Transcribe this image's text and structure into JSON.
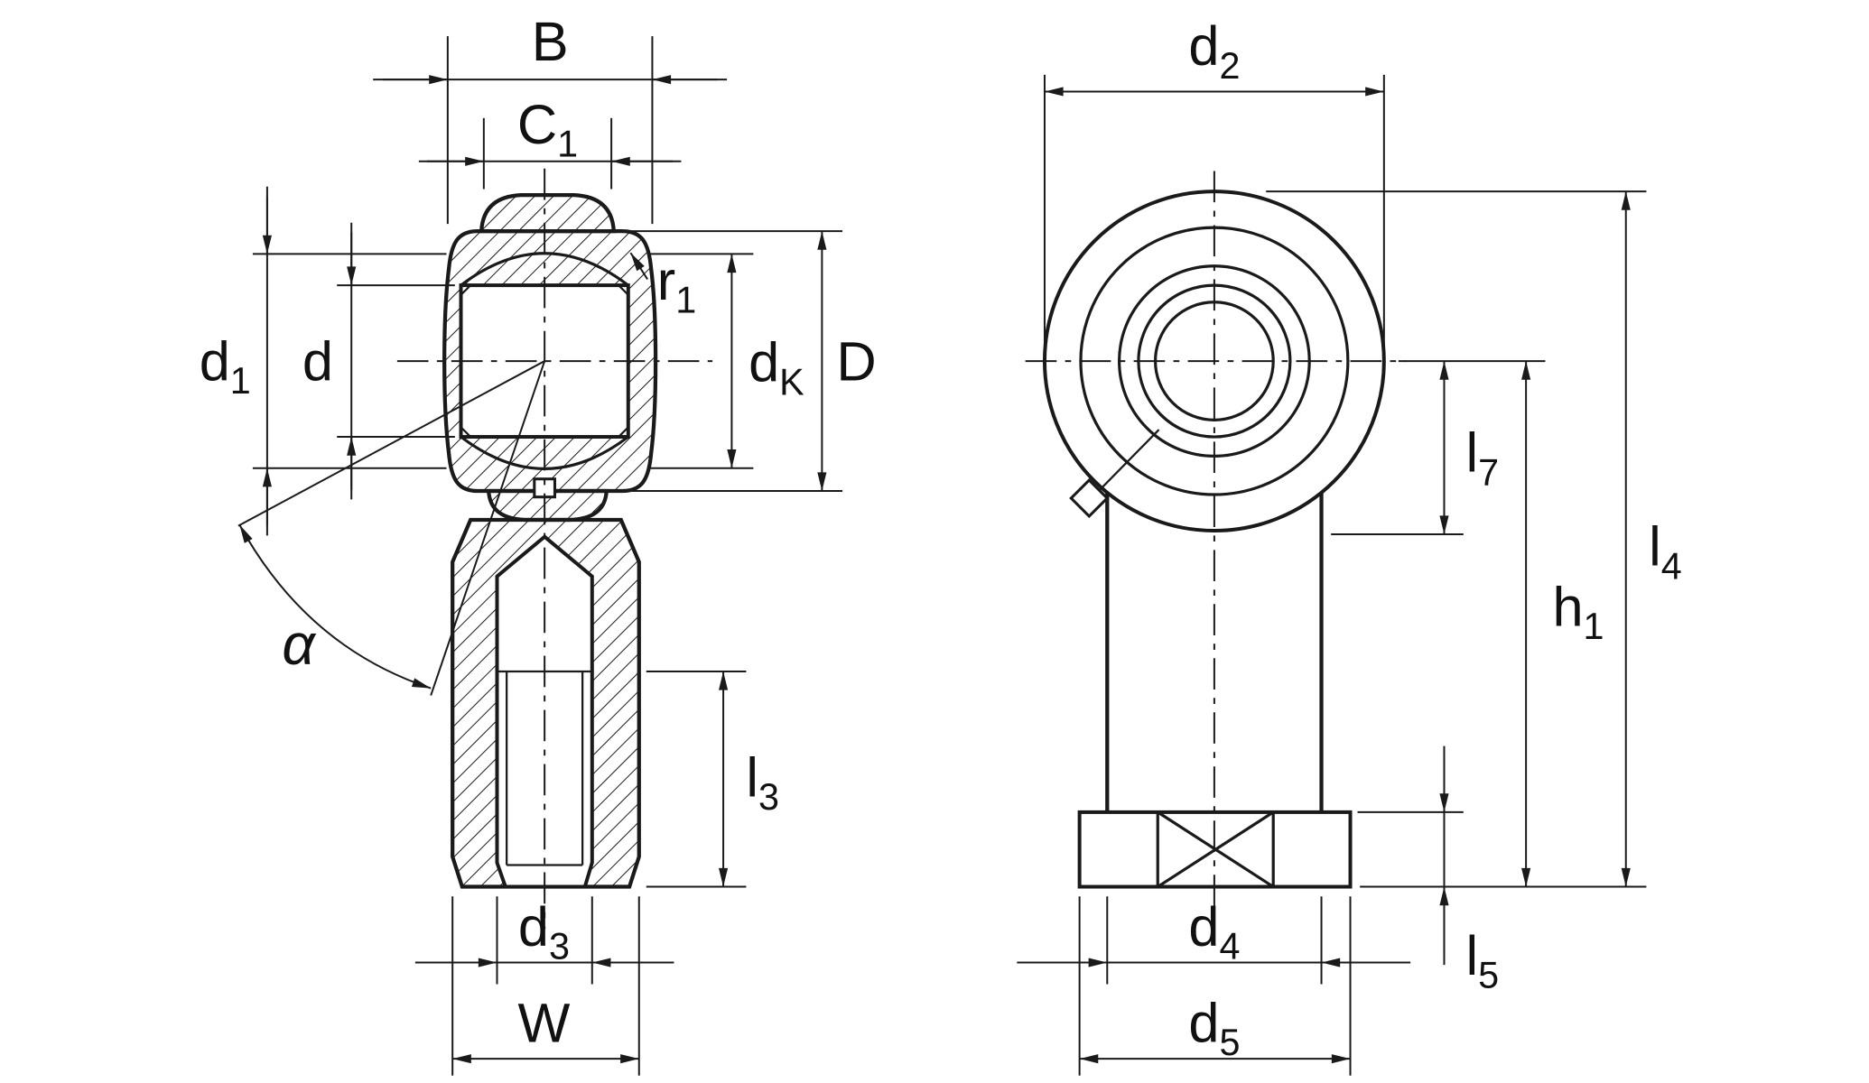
{
  "labels": {
    "B": {
      "main": "B",
      "sub": ""
    },
    "C1": {
      "main": "C",
      "sub": "1"
    },
    "d1": {
      "main": "d",
      "sub": "1"
    },
    "d": {
      "main": "d",
      "sub": ""
    },
    "r1": {
      "main": "r",
      "sub": "1"
    },
    "dK": {
      "main": "d",
      "sub": "K"
    },
    "D": {
      "main": "D",
      "sub": ""
    },
    "alpha": {
      "main": "α",
      "sub": ""
    },
    "l3": {
      "main": "l",
      "sub": "3"
    },
    "d3": {
      "main": "d",
      "sub": "3"
    },
    "W": {
      "main": "W",
      "sub": ""
    },
    "d2": {
      "main": "d",
      "sub": "2"
    },
    "l7": {
      "main": "l",
      "sub": "7"
    },
    "h1": {
      "main": "h",
      "sub": "1"
    },
    "l4": {
      "main": "l",
      "sub": "4"
    },
    "l5": {
      "main": "l",
      "sub": "5"
    },
    "d4": {
      "main": "d",
      "sub": "4"
    },
    "d5": {
      "main": "d",
      "sub": "5"
    }
  },
  "colors": {
    "line": "#1a1a1a",
    "background": "#ffffff"
  }
}
